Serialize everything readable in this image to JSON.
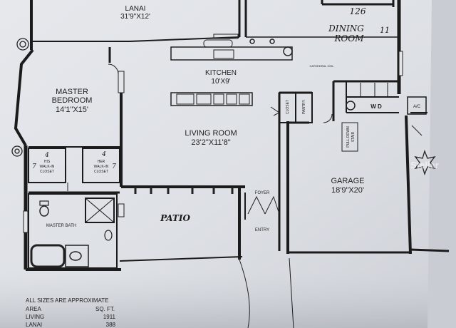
{
  "rooms": {
    "lanai": {
      "name": "LANAI",
      "size": "31'9\"X12'"
    },
    "dining": {
      "name": "DINING",
      "name2": "ROOM",
      "dim1": "126",
      "dim2": "11"
    },
    "kitchen": {
      "name": "KITCHEN",
      "size": "10'X9'"
    },
    "master": {
      "name": "MASTER",
      "name2": "BEDROOM",
      "size": "14'1\"X15'"
    },
    "living": {
      "name": "LIVING ROOM",
      "size": "23'2\"X11'8\""
    },
    "garage": {
      "name": "GARAGE",
      "size": "18'9\"X20'"
    },
    "patio": {
      "name": "PATIO"
    },
    "his_closet": {
      "l1": "HIS",
      "l2": "WALK-IN",
      "l3": "CLOSET"
    },
    "her_closet": {
      "l1": "HER",
      "l2": "WALK-IN",
      "l3": "CLOSET"
    },
    "master_bath": {
      "name": "MASTER BATH"
    },
    "foyer": {
      "name": "FOYER"
    },
    "entry": {
      "name": "ENTRY"
    },
    "closet": {
      "name": "CLOSET"
    },
    "pantry": {
      "name": "PANTRY"
    },
    "ac": {
      "name": "A/C"
    },
    "wd": {
      "name": "W D"
    },
    "cathedral": {
      "name": "CATHEDRAL CEIL."
    },
    "pull_down": {
      "l1": "PULL DOWN",
      "l2": "STAIR"
    }
  },
  "hand_marks": {
    "his_w": "4",
    "his_d": "7",
    "her_w": "4",
    "her_d": "7"
  },
  "area_table": {
    "note": "ALL SIZES ARE APPROXIMATE",
    "header": {
      "area": "AREA",
      "sqft": "SQ. FT."
    },
    "rows": [
      {
        "name": "LIVING",
        "value": "1911"
      },
      {
        "name": "LANAI",
        "value": "388"
      }
    ]
  },
  "watermark": {
    "text": "Stellar"
  }
}
